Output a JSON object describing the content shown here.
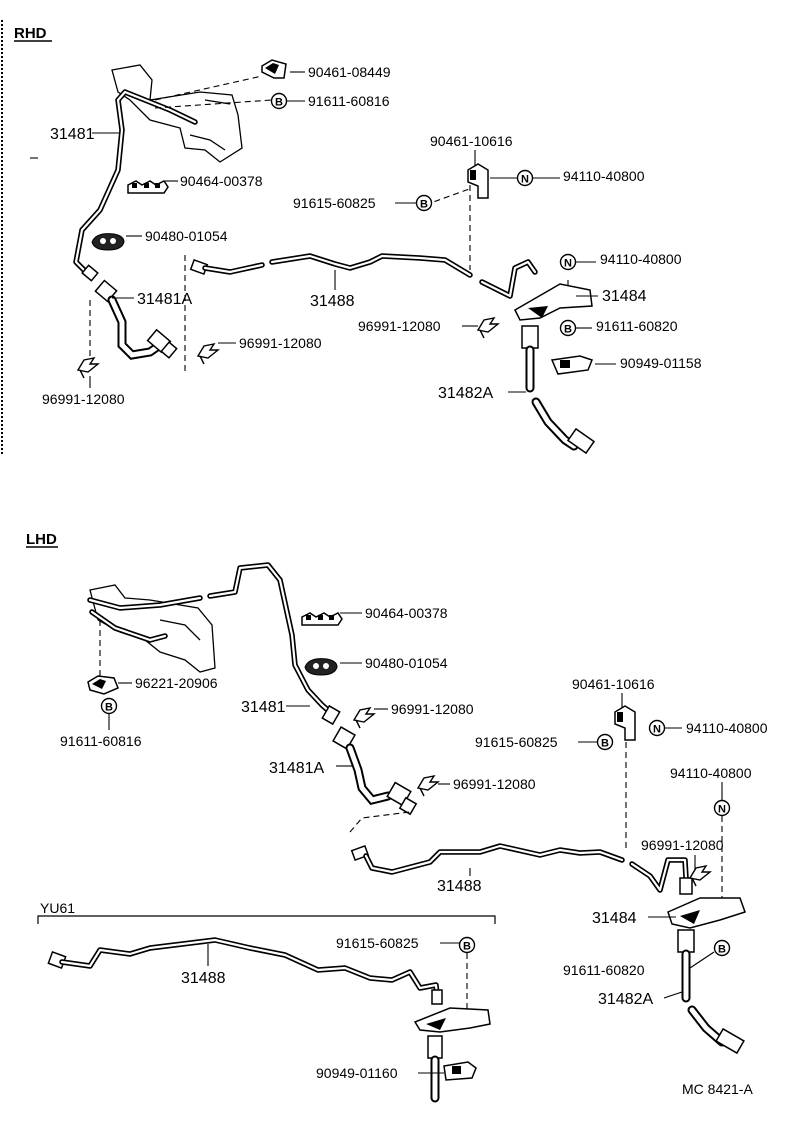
{
  "sections": {
    "rhd": "RHD",
    "lhd": "LHD",
    "yu61": "YU61"
  },
  "symbols": {
    "b": "B",
    "n": "N"
  },
  "rhd": {
    "p_9046108449": "90461-08449",
    "p_9161160816": "91611-60816",
    "p_31481": "31481",
    "p_9046400378": "90464-00378",
    "p_9048001054": "90480-01054",
    "p_31481a": "31481A",
    "p_9699112080_c": "96991-12080",
    "p_9699112080_l": "96991-12080",
    "p_31488": "31488",
    "p_9046110616": "90461-10616",
    "p_9411040800_top": "94110-40800",
    "p_9161560825": "91615-60825",
    "p_9411040800_r": "94110-40800",
    "p_31484": "31484",
    "p_9699112080_r": "96991-12080",
    "p_9161160820": "91611-60820",
    "p_9094901158": "90949-01158",
    "p_31482a": "31482A"
  },
  "lhd": {
    "p_9046400378": "90464-00378",
    "p_9048001054": "90480-01054",
    "p_9622120906": "96221-20906",
    "p_9161160816": "91611-60816",
    "p_31481": "31481",
    "p_9699112080_a": "96991-12080",
    "p_31481a": "31481A",
    "p_9699112080_b": "96991-12080",
    "p_9046110616": "90461-10616",
    "p_9411040800_a": "94110-40800",
    "p_9161560825": "91615-60825",
    "p_9411040800_b": "94110-40800",
    "p_9699112080_c": "96991-12080",
    "p_31488": "31488",
    "p_31484": "31484",
    "p_9161160820": "91611-60820",
    "p_31482a": "31482A"
  },
  "yu61": {
    "p_31488": "31488",
    "p_9161560825": "91615-60825",
    "p_9094901160": "90949-01160"
  },
  "figure_code": "MC 8421-A"
}
